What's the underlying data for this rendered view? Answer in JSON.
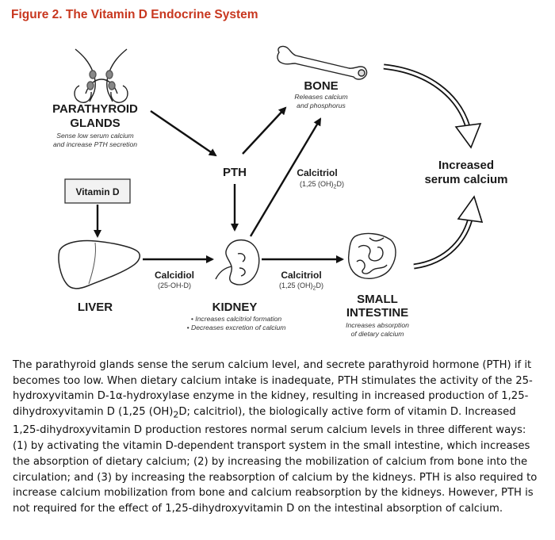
{
  "figure_title": "Figure 2. The Vitamin D Endocrine System",
  "nodes": {
    "parathyroid": {
      "title_line1": "PARATHYROID",
      "title_line2": "GLANDS",
      "note_line1": "Sense low serum calcium",
      "note_line2": "and increase PTH secretion"
    },
    "bone": {
      "title": "BONE",
      "note_line1": "Releases calcium",
      "note_line2": "and phosphorus"
    },
    "pth": {
      "title": "PTH"
    },
    "vitamin_d": {
      "title": "Vitamin D"
    },
    "liver": {
      "title": "LIVER"
    },
    "kidney": {
      "title": "KIDNEY",
      "note_line1": "• Increases calcitriol formation",
      "note_line2": "• Decreases excretion of calcium"
    },
    "intestine": {
      "title_line1": "SMALL",
      "title_line2": "INTESTINE",
      "note_line1": "Increases absorption",
      "note_line2": "of dietary calcium"
    },
    "result": {
      "title_line1": "Increased",
      "title_line2": "serum calcium"
    }
  },
  "arrow_labels": {
    "calcidiol": {
      "name": "Calcidiol",
      "formula": "(25-OH-D)"
    },
    "calcitriol_to_intestine": {
      "name": "Calcitriol",
      "formula_pre": "(1,25 (OH)",
      "formula_sub": "2",
      "formula_post": "D)"
    },
    "calcitriol_to_bone": {
      "name": "Calcitriol",
      "formula_pre": "(1,25 (OH)",
      "formula_sub": "2",
      "formula_post": "D)"
    }
  },
  "caption": {
    "part1": "The parathyroid glands sense the serum calcium level, and secrete parathyroid hormone (PTH) if it becomes too low. When dietary calcium intake is inadequate, PTH stimulates the activity of the 25-hydroxyvitamin D-1α-hydroxylase enzyme in the kidney, resulting in increased production of 1,25-dihydroxyvitamin D (1,25 (OH)",
    "sub": "2",
    "part2": "D; calcitriol), the biologically active form of vitamin D. Increased 1,25-dihydroxyvitamin D production restores normal serum calcium levels in three different ways: (1) by activating the vitamin D-dependent transport system in the small intestine, which increases the absorption of dietary calcium; (2) by increasing the mobilization of calcium from bone into the circulation; and (3) by increasing the reabsorption of calcium by the kidneys. PTH is also required to increase calcium mobilization from bone and calcium reabsorption by the kidneys. However, PTH is not required for the effect of 1,25-dihydroxyvitamin D on the intestinal absorption of calcium."
  }
}
